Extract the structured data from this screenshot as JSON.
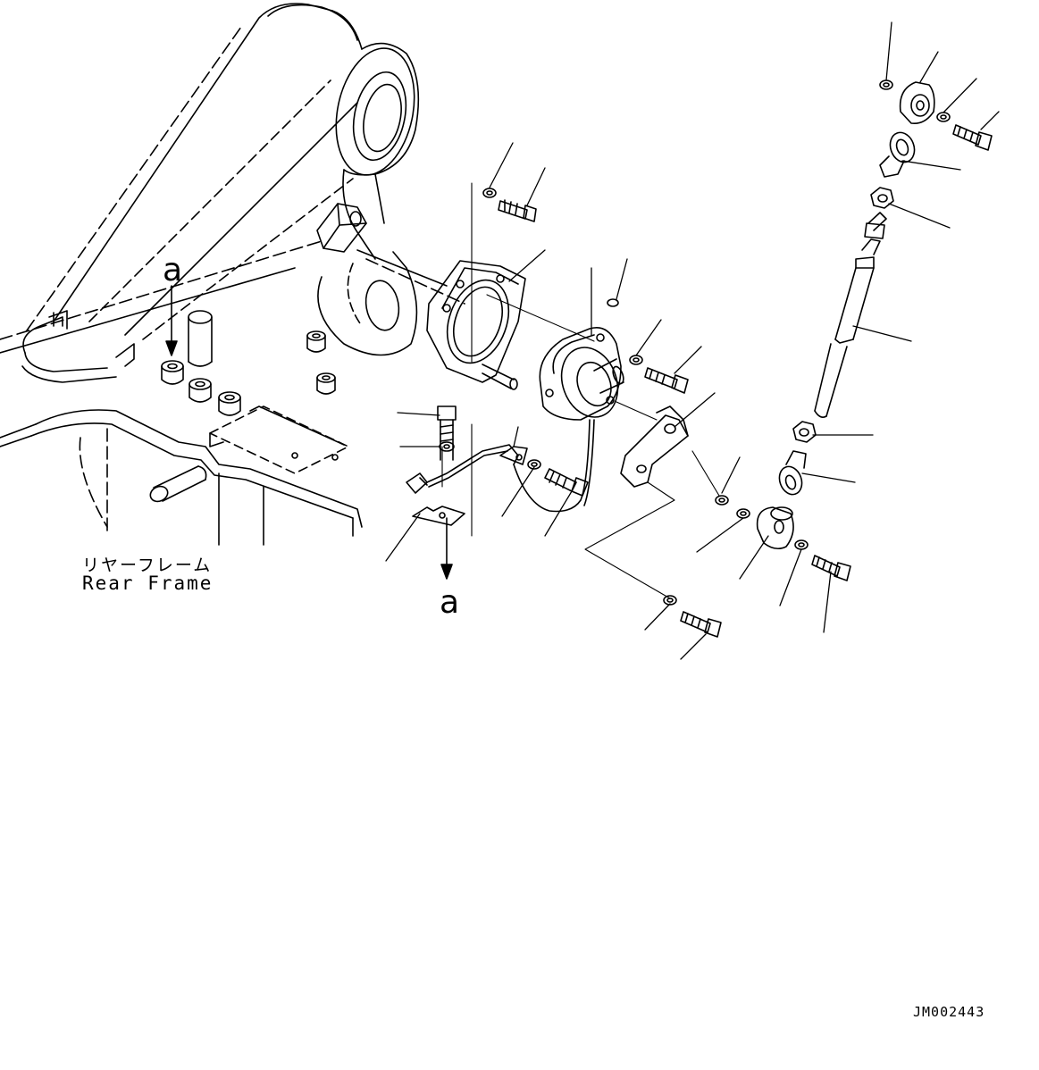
{
  "labels": {
    "rear_frame_jp": "リヤーフレーム",
    "rear_frame_en": "Rear Frame",
    "view_mark_top": "a",
    "view_mark_bottom": "a",
    "drawing_code": "JM002443"
  },
  "colors": {
    "line": "#000000",
    "background": "#ffffff"
  }
}
